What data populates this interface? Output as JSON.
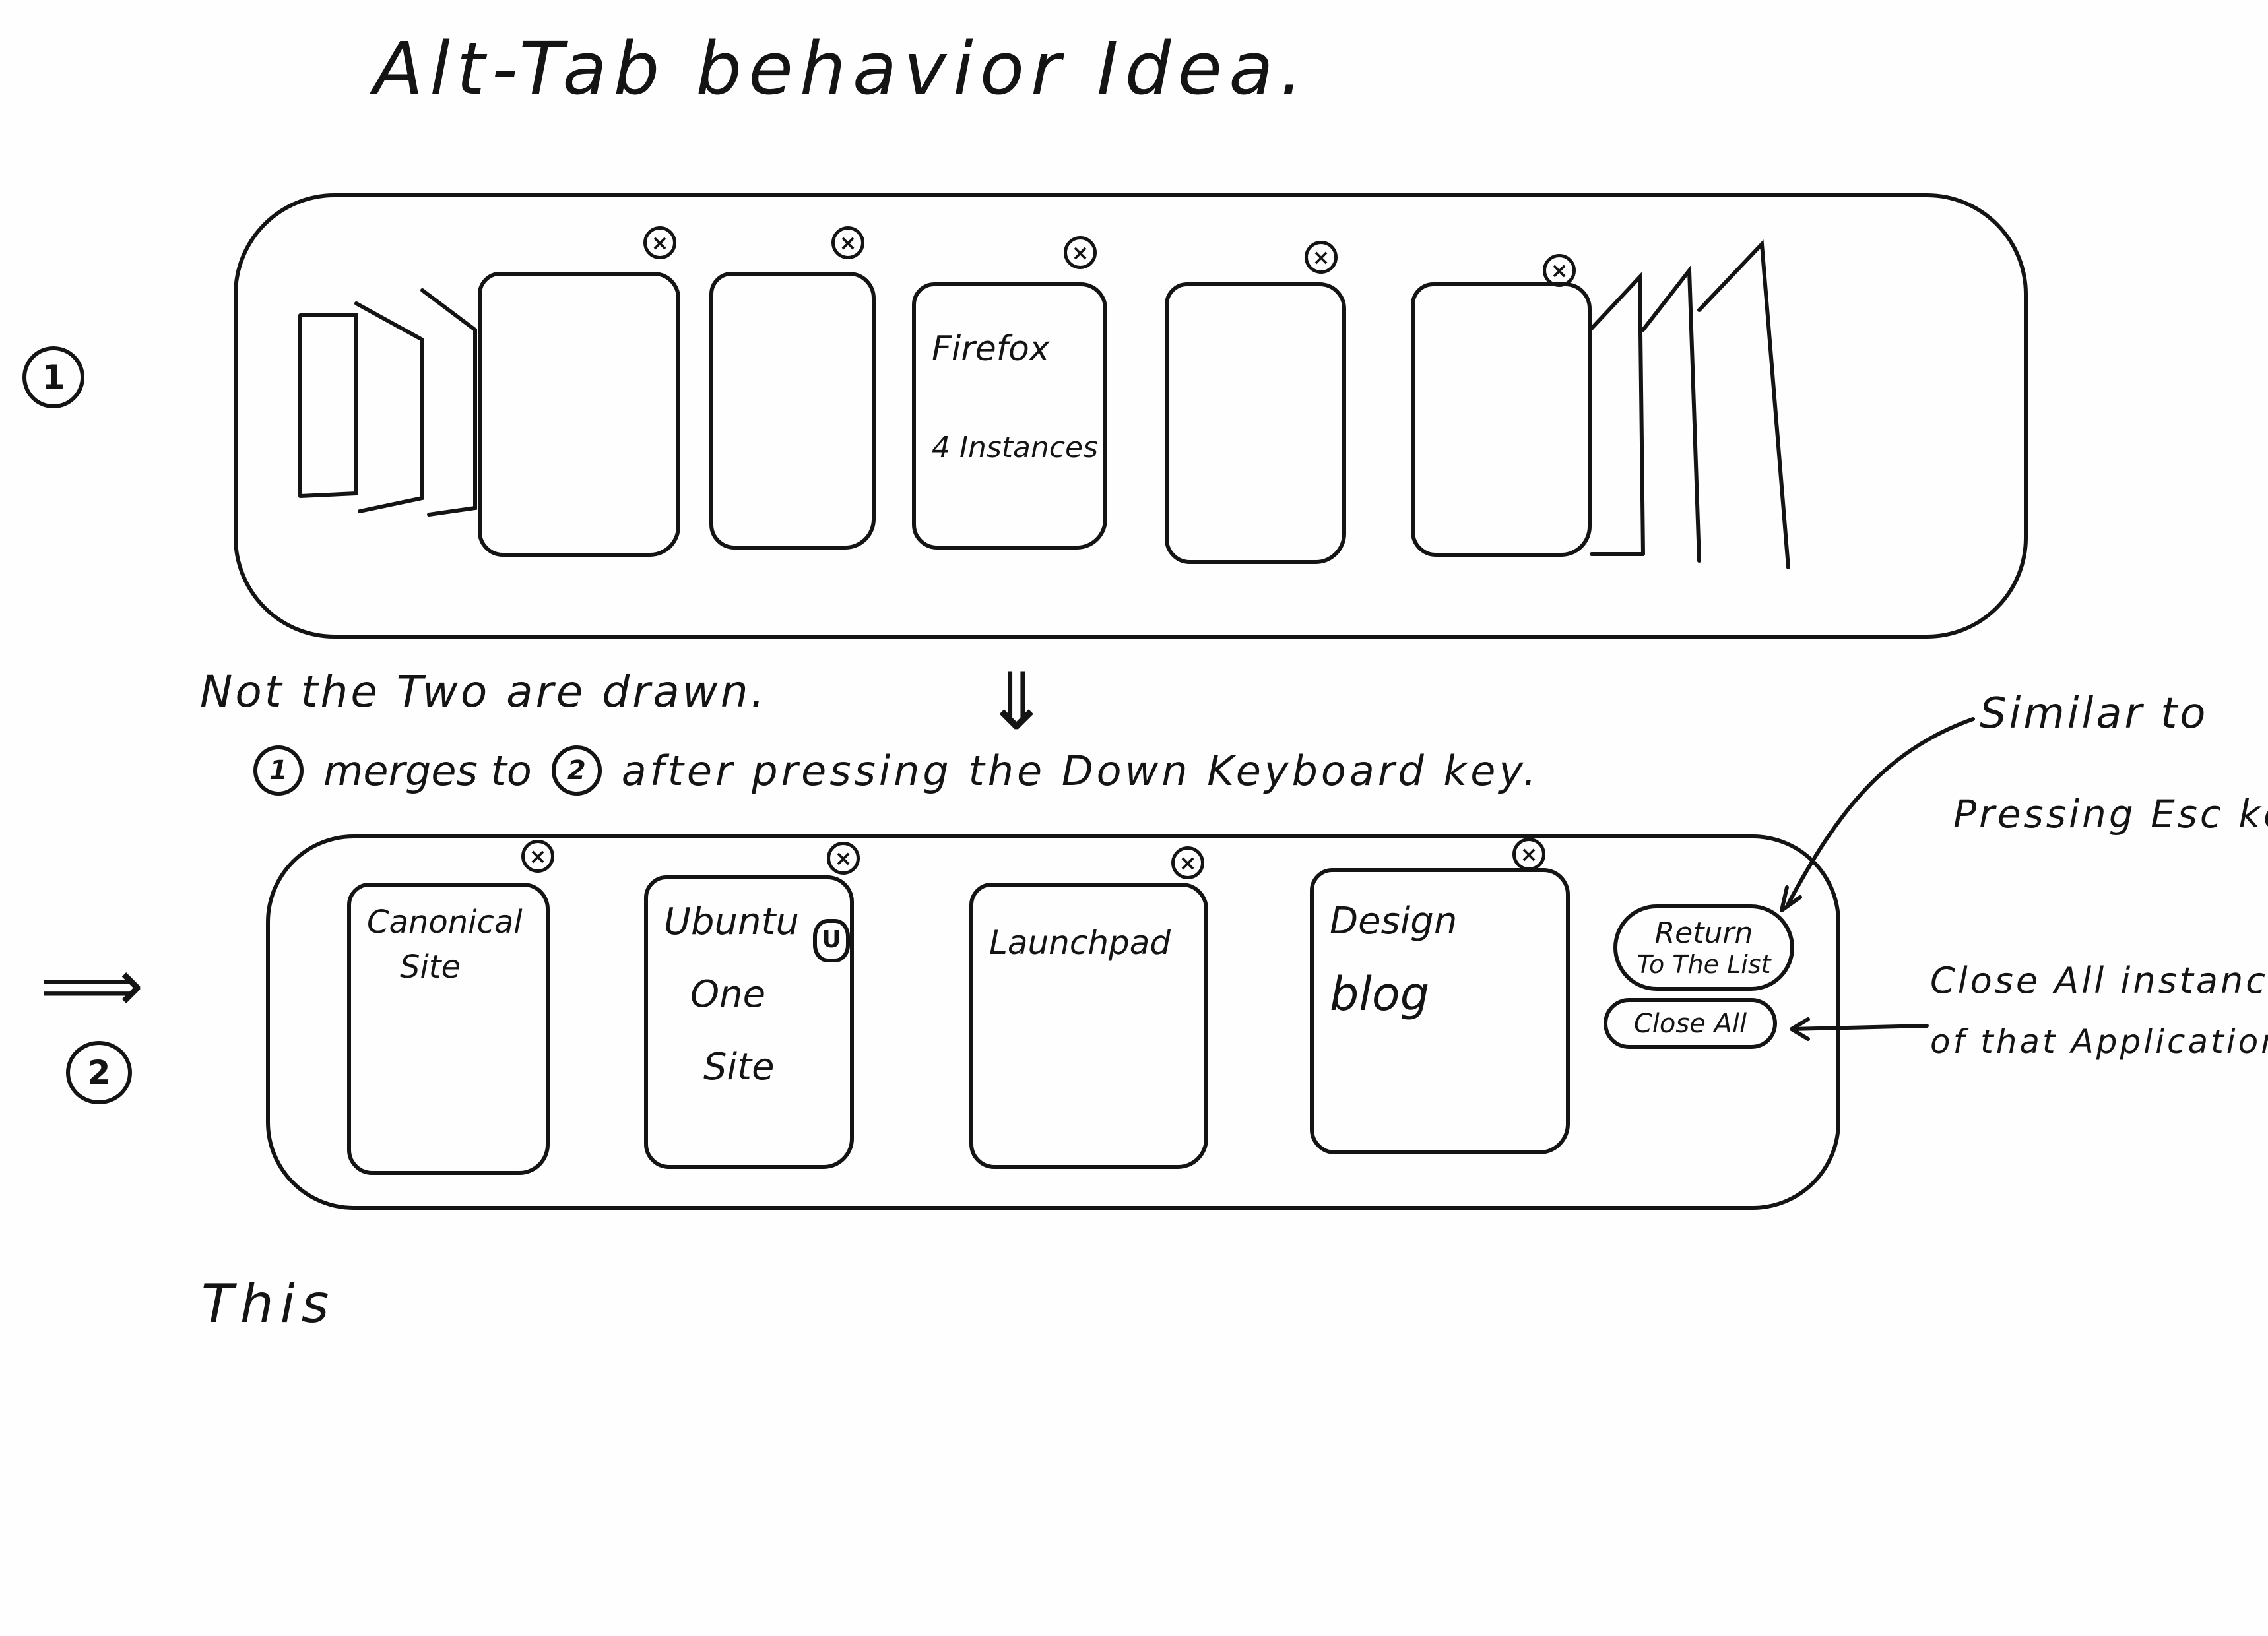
{
  "title": "Alt-Tab behavior Idea.",
  "state1": {
    "label": "1",
    "cards": [
      {
        "lines": []
      },
      {
        "lines": []
      },
      {
        "lines": [
          "Firefox",
          "4 Instances"
        ]
      },
      {
        "lines": []
      },
      {
        "lines": []
      }
    ],
    "close_glyph": "×"
  },
  "notes": {
    "not_drawn": "Not the Two are drawn.",
    "merge_prefix": "1",
    "merge_mid": "merges to",
    "merge_target": "2",
    "merge_suffix": "after pressing the Down Keyboard key.",
    "down_arrow": "⇓"
  },
  "state2": {
    "label": "2",
    "pointer": "⟹",
    "cards": [
      {
        "lines": [
          "Canonical",
          "Site"
        ]
      },
      {
        "lines": [
          "Ubuntu",
          "One",
          "Site"
        ],
        "badge": "U"
      },
      {
        "lines": [
          "Launchpad"
        ]
      },
      {
        "lines": [
          "Design",
          "blog"
        ]
      }
    ],
    "return_button": [
      "Return",
      "To The List"
    ],
    "close_all_button": "Close All",
    "close_glyph": "×"
  },
  "annotations": {
    "return_note": [
      "Similar to",
      "Pressing Esc key"
    ],
    "close_note": [
      "Close All instances",
      "of that Application"
    ]
  },
  "footer": "This"
}
